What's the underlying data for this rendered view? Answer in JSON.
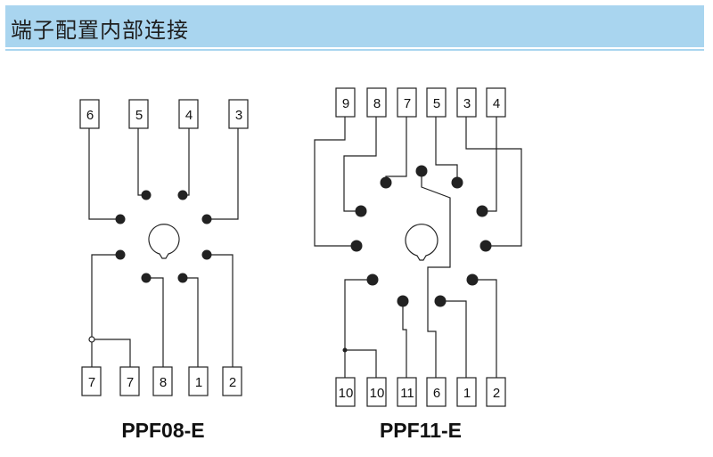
{
  "header": {
    "title": "端子配置内部连接"
  },
  "diagrams": [
    {
      "model": "PPF08-E",
      "top_terminals": [
        "6",
        "5",
        "4",
        "3"
      ],
      "bottom_terminals": [
        "7",
        "7",
        "8",
        "1",
        "2"
      ]
    },
    {
      "model": "PPF11-E",
      "top_terminals": [
        "9",
        "8",
        "7",
        "5",
        "3",
        "4"
      ],
      "bottom_terminals": [
        "10",
        "10",
        "11",
        "6",
        "1",
        "2"
      ]
    }
  ],
  "colors": {
    "header_bg": "#a9d5ef",
    "line": "#222222"
  }
}
